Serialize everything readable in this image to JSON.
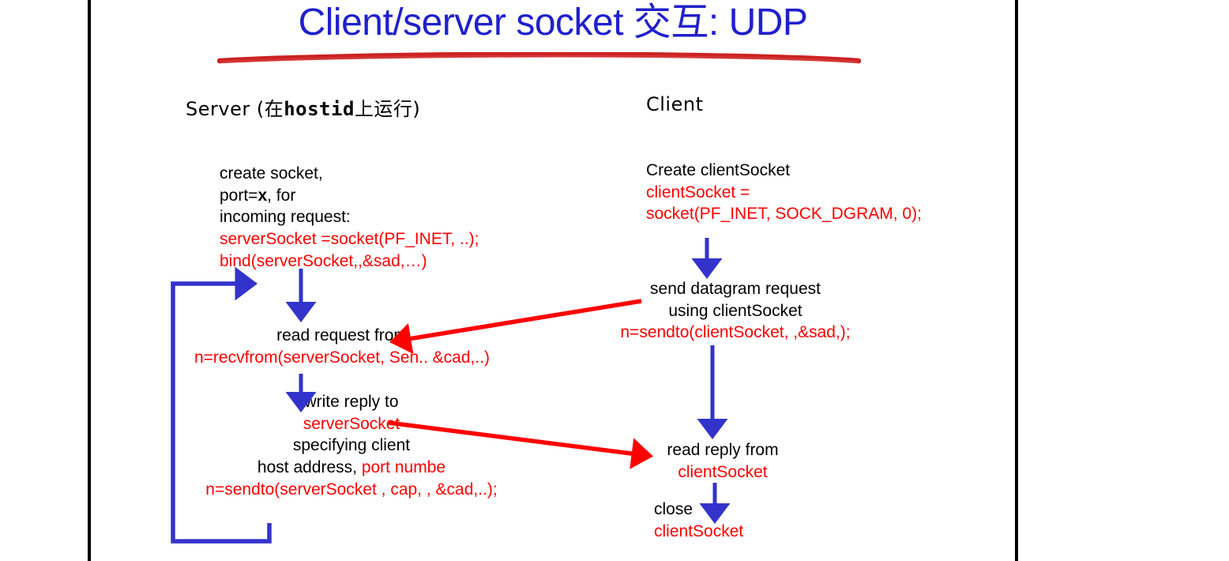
{
  "slide": {
    "title_main": "Client/server socket ",
    "title_cjk": "交互",
    "title_tail": ": UDP",
    "title_full": "Client/server socket 交互: UDP",
    "title_color": "#2020cc",
    "underline_color": "#cc2222",
    "code_color": "#ff0000",
    "arrow_blue": "#3333cc",
    "arrow_red": "#ff0000",
    "border_color": "#000000"
  },
  "columns": {
    "server": {
      "heading_prefix": "Server (在",
      "heading_mono": "hostid",
      "heading_suffix": "上运行)",
      "heading_full": "Server (在hostid上运行)",
      "steps": [
        {
          "name": "create-socket",
          "lines": [
            {
              "text": "create socket,",
              "color": "black"
            },
            {
              "text": "port=x, for",
              "color": "black",
              "bold_token": "x"
            },
            {
              "text": "incoming request:",
              "color": "black"
            },
            {
              "text": "serverSocket =socket(PF_INET, ..);",
              "color": "red"
            },
            {
              "text": "bind(serverSocket,,&sad,…)",
              "color": "red"
            }
          ]
        },
        {
          "name": "read-request",
          "lines": [
            {
              "text": "read request from",
              "color": "black"
            },
            {
              "text": "n=recvfrom(serverSocket, Sen.. &cad,..)",
              "color": "red"
            }
          ]
        },
        {
          "name": "write-reply",
          "lines": [
            {
              "text": "write reply to",
              "color": "black"
            },
            {
              "text": "serverSocket",
              "color": "red"
            },
            {
              "text": "specifying client",
              "color": "black"
            },
            {
              "text": "host address, port numbe",
              "color": "mixed"
            },
            {
              "text": "n=sendto(serverSocket , cap, , &cad,..);",
              "color": "red"
            }
          ],
          "line4_black": "host address, ",
          "line4_red": "port numbe"
        }
      ]
    },
    "client": {
      "heading_full": "Client",
      "steps": [
        {
          "name": "create-clientsocket",
          "lines": [
            {
              "text": "Create clientSocket",
              "color": "black"
            },
            {
              "text": "clientSocket =",
              "color": "red"
            },
            {
              "text": "socket(PF_INET, SOCK_DGRAM, 0);",
              "color": "red"
            }
          ]
        },
        {
          "name": "send-datagram",
          "lines": [
            {
              "text": "send datagram request",
              "color": "black"
            },
            {
              "text": "using clientSocket",
              "color": "black"
            },
            {
              "text": "n=sendto(clientSocket, ,&sad,);",
              "color": "red"
            }
          ]
        },
        {
          "name": "read-reply",
          "lines": [
            {
              "text": "read reply from",
              "color": "black"
            },
            {
              "text": "clientSocket",
              "color": "red"
            }
          ]
        },
        {
          "name": "close-socket",
          "lines": [
            {
              "text": "close",
              "color": "black"
            },
            {
              "text": "clientSocket",
              "color": "red"
            }
          ]
        }
      ]
    }
  },
  "arrows": {
    "server_flow_1": "create-socket to read-request",
    "server_flow_2": "read-request to write-reply",
    "server_loop": "write-reply back to read-request",
    "client_flow_1": "create-clientsocket to send-datagram",
    "client_flow_2": "send-datagram to read-reply",
    "client_flow_3": "read-reply to close-socket",
    "request_arrow": "client send datagram to server read request",
    "reply_arrow": "server write reply to client read reply"
  }
}
